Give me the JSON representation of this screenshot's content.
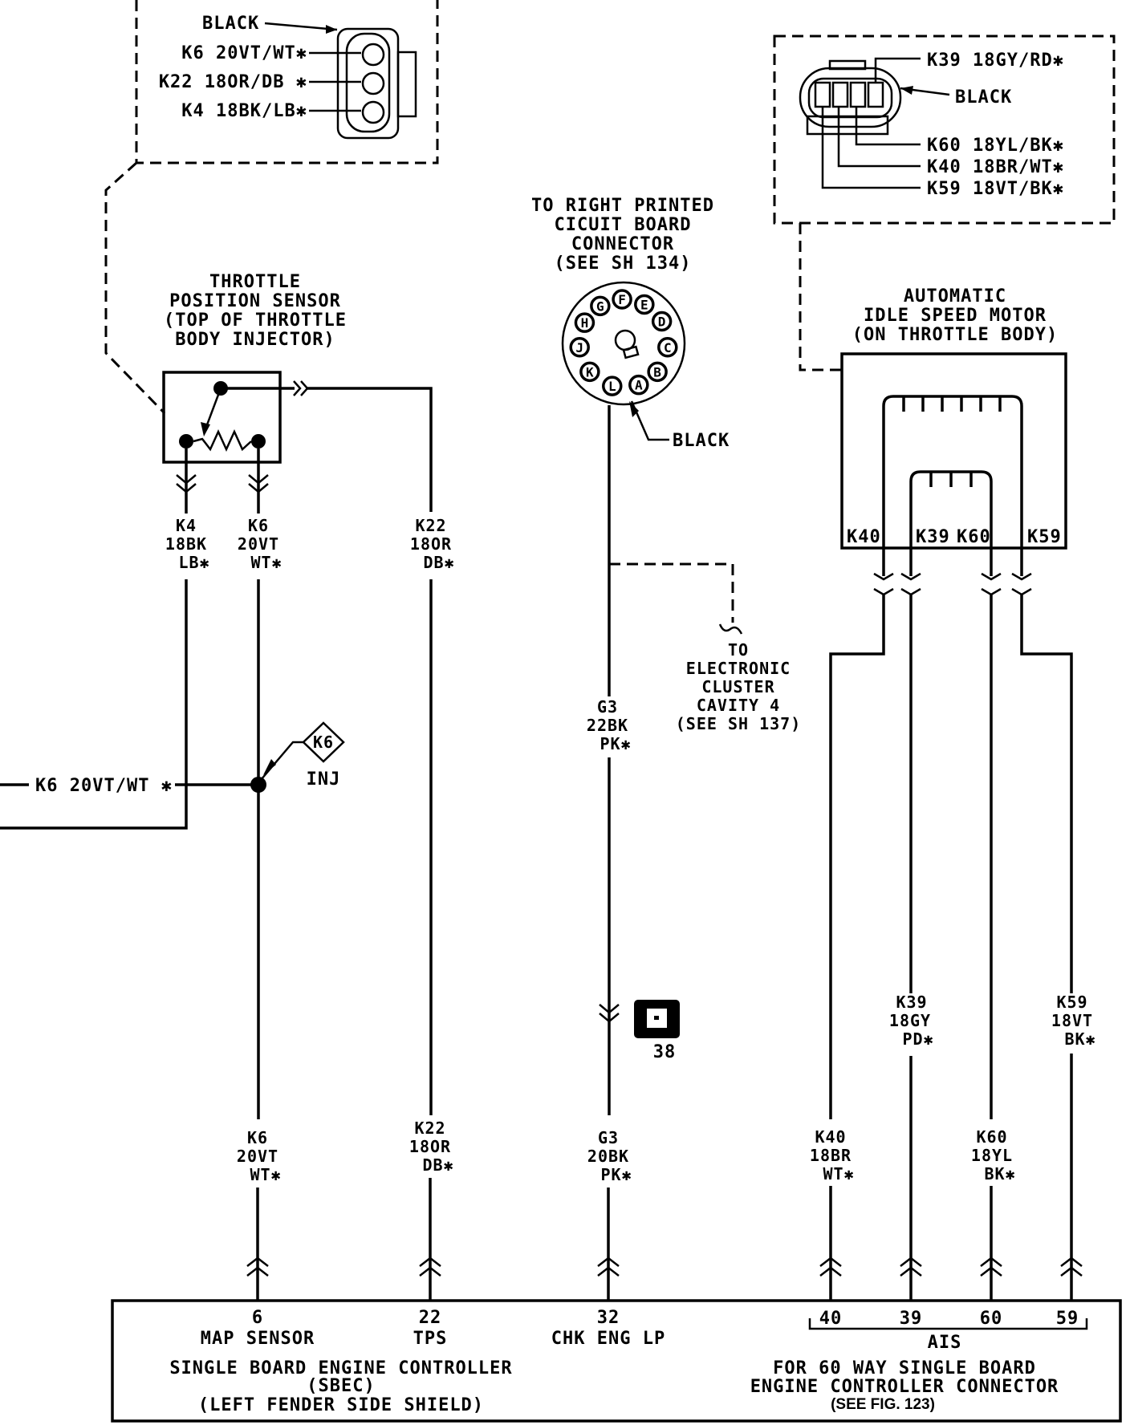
{
  "tps_connector_inset": {
    "color_label": "BLACK",
    "pins": [
      "K6 20VT/WT✱",
      "K22 18OR/DB ✱",
      "K4 18BK/LB✱"
    ]
  },
  "ais_connector_inset": {
    "color_label": "BLACK",
    "pins_top": [
      "K39 18GY/RD✱"
    ],
    "pins_bottom": [
      "K60 18YL/BK✱",
      "K40 18BR/WT✱",
      "K59 18VT/BK✱"
    ]
  },
  "pcb_connector": {
    "title_lines": [
      "TO RIGHT PRINTED",
      "CICUIT BOARD",
      "CONNECTOR",
      "(SEE SH 134)"
    ],
    "cavities": [
      "A",
      "B",
      "C",
      "D",
      "E",
      "F",
      "G",
      "H",
      "J",
      "K",
      "L"
    ],
    "color_label": "BLACK"
  },
  "tps": {
    "title_lines": [
      "THROTTLE",
      "POSITION SENSOR",
      "(TOP OF THROTTLE",
      "BODY INJECTOR)"
    ]
  },
  "ais_motor": {
    "title_lines": [
      "AUTOMATIC",
      "IDLE SPEED MOTOR",
      "(ON THROTTLE BODY)"
    ],
    "terminals": [
      "K40",
      "K39",
      "K60",
      "K59"
    ]
  },
  "wires_upper": {
    "k4": [
      "K4",
      "18BK",
      "LB✱"
    ],
    "k6": [
      "K6",
      "20VT",
      "WT✱"
    ],
    "k22": [
      "K22",
      "18OR",
      "DB✱"
    ],
    "g3": [
      "G3",
      "22BK",
      "PK✱"
    ]
  },
  "wires_lower": {
    "k6": [
      "K6",
      "20VT",
      "WT✱"
    ],
    "k22": [
      "K22",
      "18OR",
      "DB✱"
    ],
    "g3": [
      "G3",
      "20BK",
      "PK✱"
    ],
    "k40": [
      "K40",
      "18BR",
      "WT✱"
    ],
    "k39": [
      "K39",
      "18GY",
      "PD✱"
    ],
    "k60": [
      "K60",
      "18YL",
      "BK✱"
    ],
    "k59": [
      "K59",
      "18VT",
      "BK✱"
    ]
  },
  "k6_splice": {
    "wire_label": "K6 20VT/WT ✱",
    "ref_badge": "K6",
    "ref_label": "INJ"
  },
  "cluster_ref": {
    "lines": [
      "TO",
      "ELECTRONIC",
      "CLUSTER",
      "CAVITY 4",
      "(SEE SH 137)"
    ]
  },
  "ground_ref": {
    "number": "38"
  },
  "sbec": {
    "pins": [
      {
        "number": "6",
        "name": "MAP SENSOR"
      },
      {
        "number": "22",
        "name": "TPS"
      },
      {
        "number": "32",
        "name": "CHK ENG LP"
      }
    ],
    "title_lines": [
      "SINGLE BOARD ENGINE CONTROLLER",
      "(SBEC)",
      "(LEFT FENDER SIDE SHIELD)"
    ],
    "ais_pins": [
      "40",
      "39",
      "60",
      "59"
    ],
    "ais_group_label": "AIS",
    "connector_lines": [
      "FOR 60 WAY SINGLE BOARD",
      "ENGINE CONTROLLER CONNECTOR"
    ],
    "fig_ref": "(SEE FIG. 123)"
  }
}
